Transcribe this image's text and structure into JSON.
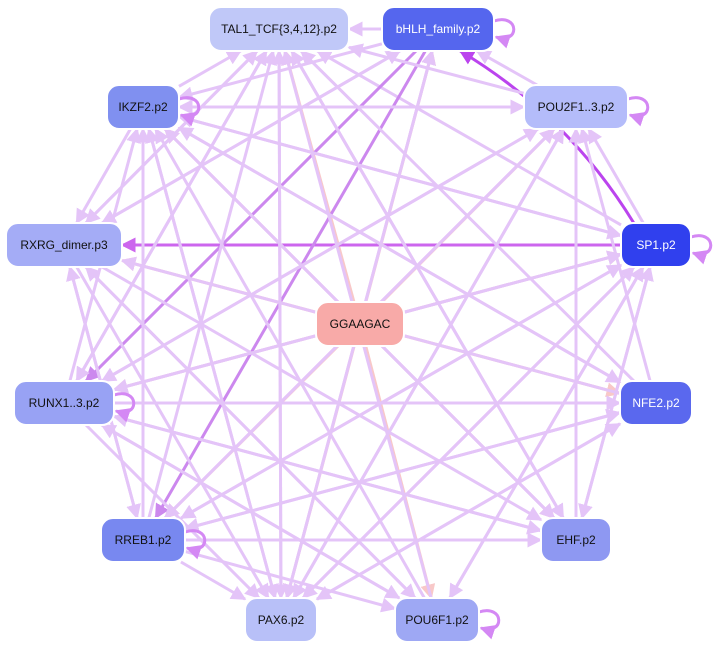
{
  "graph": {
    "nodes": [
      {
        "id": "tal1",
        "label": "TAL1_TCF{3,4,12}.p2",
        "fill": "#c0c8f8",
        "text_color": "#111111"
      },
      {
        "id": "bhlh",
        "label": "bHLH_family.p2",
        "fill": "#5566ee",
        "text_color": "#ffffff"
      },
      {
        "id": "ikzf2",
        "label": "IKZF2.p2",
        "fill": "#8090f0",
        "text_color": "#111111"
      },
      {
        "id": "pou2f1",
        "label": "POU2F1..3.p2",
        "fill": "#b4bcfa",
        "text_color": "#111111"
      },
      {
        "id": "rxrg",
        "label": "RXRG_dimer.p3",
        "fill": "#a4acf6",
        "text_color": "#111111"
      },
      {
        "id": "sp1",
        "label": "SP1.p2",
        "fill": "#3040ee",
        "text_color": "#ffffff"
      },
      {
        "id": "ggaagac",
        "label": "GGAAGAC",
        "fill": "#f8aaa8",
        "text_color": "#111111"
      },
      {
        "id": "runx1",
        "label": "RUNX1..3.p2",
        "fill": "#98a2f4",
        "text_color": "#111111"
      },
      {
        "id": "nfe2",
        "label": "NFE2.p2",
        "fill": "#5a68ee",
        "text_color": "#ffffff"
      },
      {
        "id": "rreb1",
        "label": "RREB1.p2",
        "fill": "#7888f0",
        "text_color": "#111111"
      },
      {
        "id": "ehf",
        "label": "EHF.p2",
        "fill": "#8e98f2",
        "text_color": "#111111"
      },
      {
        "id": "pax6",
        "label": "PAX6.p2",
        "fill": "#b8c0f8",
        "text_color": "#111111"
      },
      {
        "id": "pou6f1",
        "label": "POU6F1.p2",
        "fill": "#9ea8f4",
        "text_color": "#111111"
      }
    ],
    "edges": [
      {
        "from": "ggaagac",
        "to": "tal1",
        "color": "#f8c8c8"
      },
      {
        "from": "ggaagac",
        "to": "bhlh",
        "color": "#f8c8c8"
      },
      {
        "from": "ggaagac",
        "to": "ikzf2",
        "color": "#f8c8c8"
      },
      {
        "from": "ggaagac",
        "to": "pou2f1",
        "color": "#f8c8c8"
      },
      {
        "from": "ggaagac",
        "to": "sp1",
        "color": "#f8c8c8"
      },
      {
        "from": "ggaagac",
        "to": "nfe2",
        "color": "#f8c8c8"
      },
      {
        "from": "ggaagac",
        "to": "ehf",
        "color": "#f8c8c8"
      },
      {
        "from": "ggaagac",
        "to": "pou6f1",
        "color": "#f8c8c8"
      },
      {
        "from": "ggaagac",
        "to": "pax6",
        "color": "#f8c8c8"
      },
      {
        "from": "ggaagac",
        "to": "rreb1",
        "color": "#f8c8c8"
      },
      {
        "from": "ggaagac",
        "to": "runx1",
        "color": "#f8c8c8"
      },
      {
        "from": "ggaagac",
        "to": "rxrg",
        "color": "#f8c8c8"
      },
      {
        "from": "sp1",
        "to": "rxrg",
        "color": "#cc66ee"
      },
      {
        "from": "sp1",
        "to": "bhlh",
        "color": "#bb44ee",
        "curve": 30
      },
      {
        "from": "sp1",
        "to": "tal1",
        "color": "#e4c4f8"
      },
      {
        "from": "sp1",
        "to": "ikzf2",
        "color": "#e4c4f8"
      },
      {
        "from": "sp1",
        "to": "pou2f1",
        "color": "#e4c4f8"
      },
      {
        "from": "sp1",
        "to": "runx1",
        "color": "#e4c4f8"
      },
      {
        "from": "sp1",
        "to": "rreb1",
        "color": "#e4c4f8"
      },
      {
        "from": "sp1",
        "to": "pax6",
        "color": "#e4c4f8"
      },
      {
        "from": "sp1",
        "to": "pou6f1",
        "color": "#e4c4f8"
      },
      {
        "from": "sp1",
        "to": "ehf",
        "color": "#e4c4f8"
      },
      {
        "from": "bhlh",
        "to": "tal1",
        "color": "#e4c4f8"
      },
      {
        "from": "bhlh",
        "to": "runx1",
        "color": "#cc88ee"
      },
      {
        "from": "bhlh",
        "to": "rreb1",
        "color": "#cc88ee"
      },
      {
        "from": "bhlh",
        "to": "rxrg",
        "color": "#e4c4f8"
      },
      {
        "from": "bhlh",
        "to": "pax6",
        "color": "#e4c4f8"
      },
      {
        "from": "bhlh",
        "to": "ikzf2",
        "color": "#e4c4f8"
      },
      {
        "from": "pou2f1",
        "to": "tal1",
        "color": "#e4c4f8"
      },
      {
        "from": "pou2f1",
        "to": "bhlh",
        "color": "#e4c4f8"
      },
      {
        "from": "pou2f1",
        "to": "ikzf2",
        "color": "#e4c4f8"
      },
      {
        "from": "pou2f1",
        "to": "rreb1",
        "color": "#e4c4f8"
      },
      {
        "from": "pou2f1",
        "to": "pax6",
        "color": "#e4c4f8"
      },
      {
        "from": "pou2f1",
        "to": "runx1",
        "color": "#e4c4f8"
      },
      {
        "from": "ikzf2",
        "to": "tal1",
        "color": "#e4c4f8"
      },
      {
        "from": "ikzf2",
        "to": "pou2f1",
        "color": "#e4c4f8"
      },
      {
        "from": "ikzf2",
        "to": "rxrg",
        "color": "#e4c4f8"
      },
      {
        "from": "ikzf2",
        "to": "sp1",
        "color": "#e4c4f8"
      },
      {
        "from": "ikzf2",
        "to": "nfe2",
        "color": "#e4c4f8"
      },
      {
        "from": "ikzf2",
        "to": "ehf",
        "color": "#e4c4f8"
      },
      {
        "from": "ikzf2",
        "to": "pax6",
        "color": "#e4c4f8"
      },
      {
        "from": "rxrg",
        "to": "tal1",
        "color": "#e4c4f8"
      },
      {
        "from": "rxrg",
        "to": "pax6",
        "color": "#e4c4f8"
      },
      {
        "from": "rxrg",
        "to": "rreb1",
        "color": "#e4c4f8"
      },
      {
        "from": "rxrg",
        "to": "ehf",
        "color": "#e4c4f8"
      },
      {
        "from": "rxrg",
        "to": "pou6f1",
        "color": "#e4c4f8"
      },
      {
        "from": "rxrg",
        "to": "bhlh",
        "color": "#e4c4f8"
      },
      {
        "from": "runx1",
        "to": "tal1",
        "color": "#e4c4f8"
      },
      {
        "from": "runx1",
        "to": "pou2f1",
        "color": "#e4c4f8"
      },
      {
        "from": "runx1",
        "to": "sp1",
        "color": "#e4c4f8"
      },
      {
        "from": "runx1",
        "to": "nfe2",
        "color": "#e4c4f8"
      },
      {
        "from": "runx1",
        "to": "ehf",
        "color": "#e4c4f8"
      },
      {
        "from": "runx1",
        "to": "pax6",
        "color": "#e4c4f8"
      },
      {
        "from": "runx1",
        "to": "pou6f1",
        "color": "#e4c4f8"
      },
      {
        "from": "runx1",
        "to": "ikzf2",
        "color": "#e4c4f8"
      },
      {
        "from": "rreb1",
        "to": "ikzf2",
        "color": "#e4c4f8"
      },
      {
        "from": "rreb1",
        "to": "tal1",
        "color": "#e4c4f8"
      },
      {
        "from": "rreb1",
        "to": "sp1",
        "color": "#e4c4f8"
      },
      {
        "from": "rreb1",
        "to": "pou2f1",
        "color": "#e4c4f8"
      },
      {
        "from": "rreb1",
        "to": "nfe2",
        "color": "#e4c4f8"
      },
      {
        "from": "rreb1",
        "to": "pax6",
        "color": "#e4c4f8"
      },
      {
        "from": "rreb1",
        "to": "ehf",
        "color": "#e4c4f8"
      },
      {
        "from": "rreb1",
        "to": "pou6f1",
        "color": "#e4c4f8"
      },
      {
        "from": "rreb1",
        "to": "rxrg",
        "color": "#e4c4f8"
      },
      {
        "from": "nfe2",
        "to": "tal1",
        "color": "#e4c4f8"
      },
      {
        "from": "nfe2",
        "to": "rxrg",
        "color": "#e4c4f8"
      },
      {
        "from": "nfe2",
        "to": "pax6",
        "color": "#e4c4f8"
      },
      {
        "from": "nfe2",
        "to": "rreb1",
        "color": "#e4c4f8"
      },
      {
        "from": "nfe2",
        "to": "ikzf2",
        "color": "#e4c4f8"
      },
      {
        "from": "nfe2",
        "to": "pou2f1",
        "color": "#e4c4f8"
      },
      {
        "from": "ehf",
        "to": "tal1",
        "color": "#e4c4f8"
      },
      {
        "from": "ehf",
        "to": "runx1",
        "color": "#e4c4f8"
      },
      {
        "from": "ehf",
        "to": "pou2f1",
        "color": "#e4c4f8"
      },
      {
        "from": "ehf",
        "to": "ikzf2",
        "color": "#e4c4f8"
      },
      {
        "from": "ehf",
        "to": "sp1",
        "color": "#e4c4f8"
      },
      {
        "from": "pou6f1",
        "to": "ikzf2",
        "color": "#e4c4f8"
      },
      {
        "from": "pou6f1",
        "to": "tal1",
        "color": "#e4c4f8"
      },
      {
        "from": "pou6f1",
        "to": "sp1",
        "color": "#e4c4f8"
      },
      {
        "from": "pou6f1",
        "to": "runx1",
        "color": "#e4c4f8"
      },
      {
        "from": "pou6f1",
        "to": "rxrg",
        "color": "#e4c4f8"
      },
      {
        "from": "pax6",
        "to": "tal1",
        "color": "#e4c4f8"
      },
      {
        "from": "pax6",
        "to": "ikzf2",
        "color": "#e4c4f8"
      },
      {
        "from": "pax6",
        "to": "bhlh",
        "color": "#e4c4f8"
      },
      {
        "from": "pax6",
        "to": "sp1",
        "color": "#e4c4f8"
      },
      {
        "from": "pax6",
        "to": "pou2f1",
        "color": "#e4c4f8"
      },
      {
        "from": "pax6",
        "to": "nfe2",
        "color": "#e4c4f8"
      },
      {
        "from": "tal1",
        "to": "runx1",
        "color": "#e4c4f8"
      },
      {
        "from": "tal1",
        "to": "pax6",
        "color": "#e4c4f8"
      },
      {
        "from": "tal1",
        "to": "ehf",
        "color": "#e4c4f8"
      },
      {
        "from": "tal1",
        "to": "rxrg",
        "color": "#e4c4f8"
      }
    ],
    "self_loops": [
      "bhlh",
      "pou2f1",
      "sp1",
      "runx1",
      "rreb1",
      "pou6f1",
      "ikzf2"
    ]
  }
}
